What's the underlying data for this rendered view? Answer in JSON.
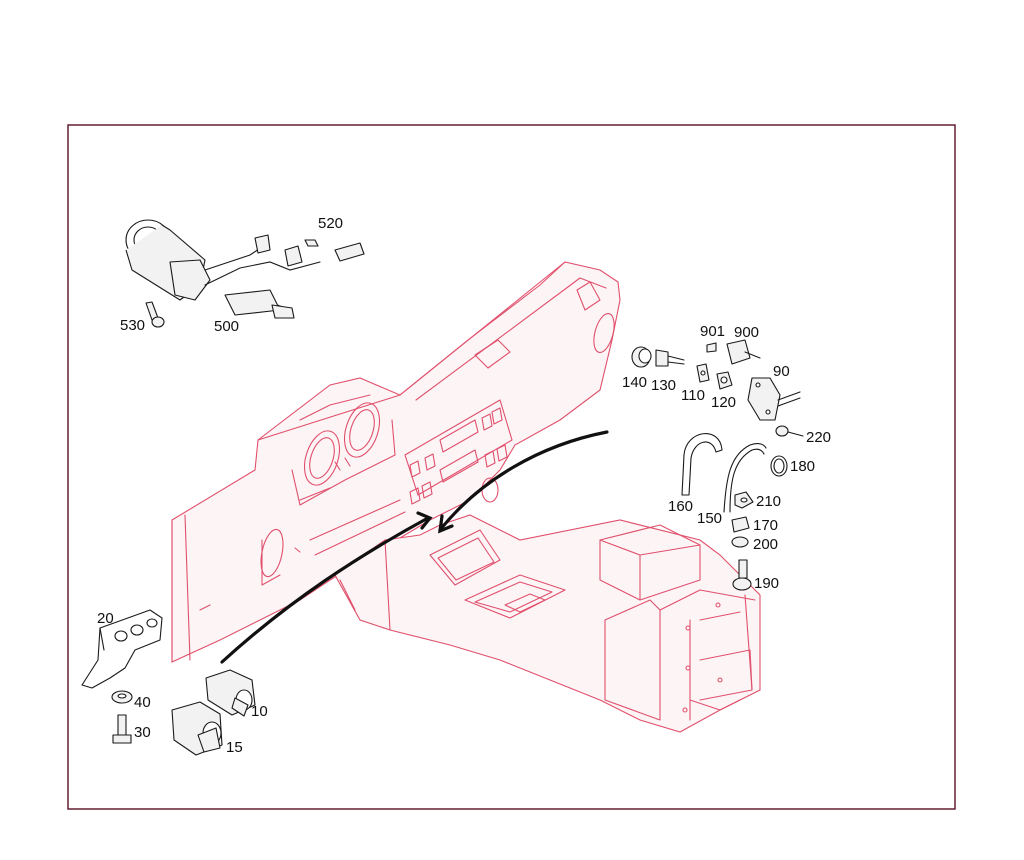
{
  "diagram": {
    "callouts": {
      "c520": "520",
      "c530": "530",
      "c500": "500",
      "c901": "901",
      "c900": "900",
      "c90": "90",
      "c140": "140",
      "c130": "130",
      "c110": "110",
      "c120": "120",
      "c220": "220",
      "c180": "180",
      "c160": "160",
      "c150": "150",
      "c210": "210",
      "c170": "170",
      "c200": "200",
      "c190": "190",
      "c20": "20",
      "c40": "40",
      "c30": "30",
      "c10": "10",
      "c15": "15"
    },
    "colors": {
      "frame": "#5a0f22",
      "dashboard_outline": "#e0506c",
      "parts": "#1a1a1a"
    }
  }
}
